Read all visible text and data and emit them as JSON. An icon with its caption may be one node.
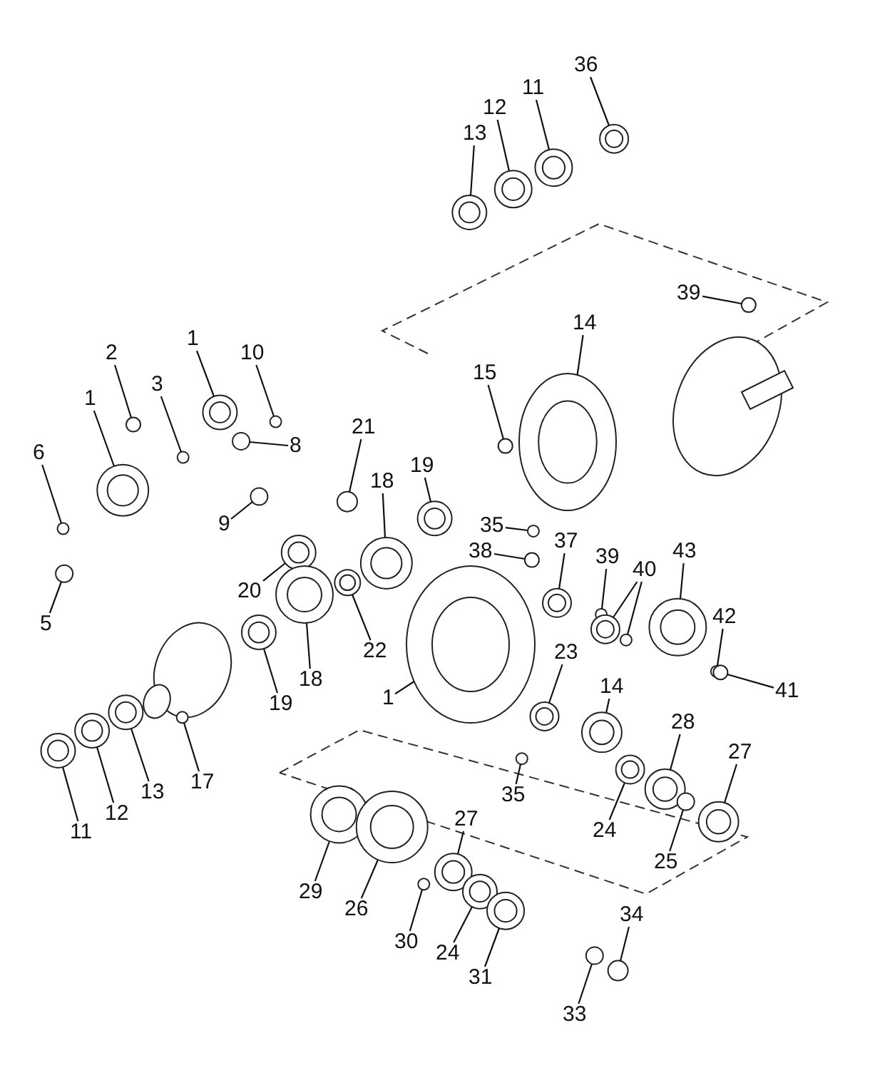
{
  "diagram": {
    "nodes": [
      {
        "text": [
          "36"
        ]
      },
      {
        "text": [
          "11"
        ]
      },
      {
        "text": [
          "12"
        ]
      },
      {
        "text": [
          "13"
        ]
      },
      {
        "text": [
          "39"
        ]
      },
      {
        "text": [
          "14"
        ]
      },
      {
        "text": [
          "1"
        ]
      },
      {
        "text": [
          "2"
        ]
      },
      {
        "text": [
          "10"
        ]
      },
      {
        "text": [
          "15"
        ]
      },
      {
        "text": [
          "3"
        ]
      },
      {
        "text": [
          "1"
        ]
      },
      {
        "text": [
          "21"
        ]
      },
      {
        "text": [
          "8"
        ]
      },
      {
        "text": [
          "6"
        ]
      },
      {
        "text": [
          "19"
        ]
      },
      {
        "text": [
          "18"
        ]
      },
      {
        "text": [
          "9"
        ]
      },
      {
        "text": [
          "35"
        ]
      },
      {
        "text": [
          "37"
        ]
      },
      {
        "text": [
          "43"
        ]
      },
      {
        "text": [
          "38"
        ]
      },
      {
        "text": [
          "39"
        ]
      },
      {
        "text": [
          "40"
        ]
      },
      {
        "text": [
          "20"
        ]
      },
      {
        "text": [
          "42"
        ]
      },
      {
        "text": [
          "5"
        ]
      },
      {
        "text": [
          "22"
        ]
      },
      {
        "text": [
          "23"
        ]
      },
      {
        "text": [
          "18"
        ]
      },
      {
        "text": [
          "14"
        ]
      },
      {
        "text": [
          "41"
        ]
      },
      {
        "text": [
          "1"
        ]
      },
      {
        "text": [
          "19"
        ]
      },
      {
        "text": [
          "28"
        ]
      },
      {
        "text": [
          "27"
        ]
      },
      {
        "text": [
          "17"
        ]
      },
      {
        "text": [
          "13"
        ]
      },
      {
        "text": [
          "35"
        ]
      },
      {
        "text": [
          "12"
        ]
      },
      {
        "text": [
          "27"
        ]
      },
      {
        "text": [
          "24"
        ]
      },
      {
        "text": [
          "11"
        ]
      },
      {
        "text": [
          "25"
        ]
      },
      {
        "text": [
          "29"
        ]
      },
      {
        "text": [
          "26"
        ]
      },
      {
        "text": [
          "34"
        ]
      },
      {
        "text": [
          "30"
        ]
      },
      {
        "text": [
          "24"
        ]
      },
      {
        "text": [
          "31"
        ]
      },
      {
        "text": [
          "33"
        ]
      },
      {
        "text": [],
        "shape": "circle"
      },
      {
        "text": [],
        "shape": "circle"
      },
      {
        "text": [],
        "shape": "circle"
      },
      {
        "text": [],
        "shape": "circle"
      },
      {
        "text": [],
        "shape": "circle"
      },
      {
        "text": [],
        "shape": "circle"
      },
      {
        "text": [],
        "shape": "circle"
      },
      {
        "text": [],
        "shape": "circle"
      },
      {
        "text": [],
        "shape": "circle"
      },
      {
        "text": [],
        "shape": "circle"
      },
      {
        "text": [],
        "shape": "circle"
      },
      {
        "text": [],
        "shape": "circle"
      },
      {
        "text": [],
        "shape": "circle"
      },
      {
        "text": [],
        "shape": "circle"
      },
      {
        "text": [],
        "shape": "circle"
      },
      {
        "text": [],
        "shape": "circle"
      },
      {
        "text": [],
        "shape": "circle"
      },
      {
        "text": [],
        "shape": "circle"
      },
      {
        "text": [],
        "shape": "circle"
      },
      {
        "text": [],
        "shape": "circle"
      },
      {
        "text": [],
        "shape": "circle"
      },
      {
        "text": [],
        "shape": "circle"
      },
      {
        "text": [],
        "shape": "circle"
      },
      {
        "text": [],
        "shape": "circle"
      },
      {
        "text": [],
        "shape": "circle"
      },
      {
        "text": [],
        "shape": "circle"
      },
      {
        "text": [],
        "shape": "circle"
      },
      {
        "text": [],
        "shape": "circle"
      },
      {
        "text": [],
        "shape": "circle"
      },
      {
        "text": [],
        "shape": "circle"
      },
      {
        "text": [],
        "shape": "circle"
      },
      {
        "text": [],
        "shape": "circle"
      },
      {
        "text": [],
        "shape": "circle"
      },
      {
        "text": [],
        "shape": "circle"
      },
      {
        "text": [],
        "shape": "circle"
      },
      {
        "text": [],
        "shape": "circle"
      },
      {
        "text": [],
        "shape": "circle"
      },
      {
        "text": [],
        "shape": "circle"
      },
      {
        "text": [],
        "shape": "circle"
      },
      {
        "text": [],
        "shape": "circle"
      },
      {
        "text": [],
        "shape": "circle"
      },
      {
        "text": [],
        "shape": "circle"
      },
      {
        "text": [],
        "shape": "circle"
      },
      {
        "text": [],
        "shape": "circle"
      },
      {
        "text": [],
        "shape": "circle"
      },
      {
        "text": [],
        "shape": "circle"
      },
      {
        "text": [],
        "shape": "circle"
      },
      {
        "text": [],
        "shape": "circle"
      },
      {
        "text": [],
        "shape": "circle"
      },
      {
        "text": [],
        "shape": "circle"
      },
      {
        "text": [],
        "shape": "circle"
      },
      {
        "text": [],
        "shape": "circle"
      }
    ],
    "edges": [
      {
        "from": 0,
        "to": 51,
        "arrow": "none"
      },
      {
        "from": 1,
        "to": 52,
        "arrow": "none"
      },
      {
        "from": 2,
        "to": 53,
        "arrow": "none"
      },
      {
        "from": 3,
        "to": 54,
        "arrow": "none"
      },
      {
        "from": 4,
        "to": 55,
        "arrow": "none"
      },
      {
        "from": 5,
        "to": 56,
        "arrow": "none"
      },
      {
        "from": 6,
        "to": 57,
        "arrow": "none"
      },
      {
        "from": 7,
        "to": 58,
        "arrow": "none"
      },
      {
        "from": 8,
        "to": 59,
        "arrow": "none"
      },
      {
        "from": 9,
        "to": 60,
        "arrow": "none"
      },
      {
        "from": 10,
        "to": 61,
        "arrow": "none"
      },
      {
        "from": 11,
        "to": 62,
        "arrow": "none"
      },
      {
        "from": 12,
        "to": 63,
        "arrow": "none"
      },
      {
        "from": 13,
        "to": 64,
        "arrow": "none"
      },
      {
        "from": 14,
        "to": 65,
        "arrow": "none"
      },
      {
        "from": 15,
        "to": 66,
        "arrow": "none"
      },
      {
        "from": 16,
        "to": 67,
        "arrow": "none"
      },
      {
        "from": 17,
        "to": 68,
        "arrow": "none"
      },
      {
        "from": 18,
        "to": 69,
        "arrow": "none"
      },
      {
        "from": 19,
        "to": 70,
        "arrow": "none"
      },
      {
        "from": 20,
        "to": 71,
        "arrow": "none"
      },
      {
        "from": 21,
        "to": 72,
        "arrow": "none"
      },
      {
        "from": 22,
        "to": 73,
        "arrow": "none"
      },
      {
        "from": 23,
        "to": 74,
        "arrow": "none"
      },
      {
        "from": 23,
        "to": 75,
        "arrow": "none"
      },
      {
        "from": 24,
        "to": 76,
        "arrow": "none"
      },
      {
        "from": 25,
        "to": 77,
        "arrow": "none"
      },
      {
        "from": 26,
        "to": 78,
        "arrow": "none"
      },
      {
        "from": 27,
        "to": 79,
        "arrow": "none"
      },
      {
        "from": 28,
        "to": 80,
        "arrow": "none"
      },
      {
        "from": 29,
        "to": 81,
        "arrow": "none"
      },
      {
        "from": 30,
        "to": 82,
        "arrow": "none"
      },
      {
        "from": 31,
        "to": 83,
        "arrow": "none"
      },
      {
        "from": 32,
        "to": 84,
        "arrow": "none"
      },
      {
        "from": 33,
        "to": 85,
        "arrow": "none"
      },
      {
        "from": 34,
        "to": 86,
        "arrow": "none"
      },
      {
        "from": 35,
        "to": 87,
        "arrow": "none"
      },
      {
        "from": 36,
        "to": 88,
        "arrow": "none"
      },
      {
        "from": 37,
        "to": 89,
        "arrow": "none"
      },
      {
        "from": 38,
        "to": 90,
        "arrow": "none"
      },
      {
        "from": 39,
        "to": 91,
        "arrow": "none"
      },
      {
        "from": 40,
        "to": 92,
        "arrow": "none"
      },
      {
        "from": 41,
        "to": 93,
        "arrow": "none"
      },
      {
        "from": 42,
        "to": 94,
        "arrow": "none"
      },
      {
        "from": 43,
        "to": 95,
        "arrow": "none"
      },
      {
        "from": 44,
        "to": 96,
        "arrow": "none"
      },
      {
        "from": 45,
        "to": 97,
        "arrow": "none"
      },
      {
        "from": 46,
        "to": 98,
        "arrow": "none"
      },
      {
        "from": 47,
        "to": 99,
        "arrow": "none"
      },
      {
        "from": 48,
        "to": 100,
        "arrow": "none"
      },
      {
        "from": 49,
        "to": 101,
        "arrow": "none"
      },
      {
        "from": 50,
        "to": 102,
        "arrow": "none"
      }
    ]
  }
}
